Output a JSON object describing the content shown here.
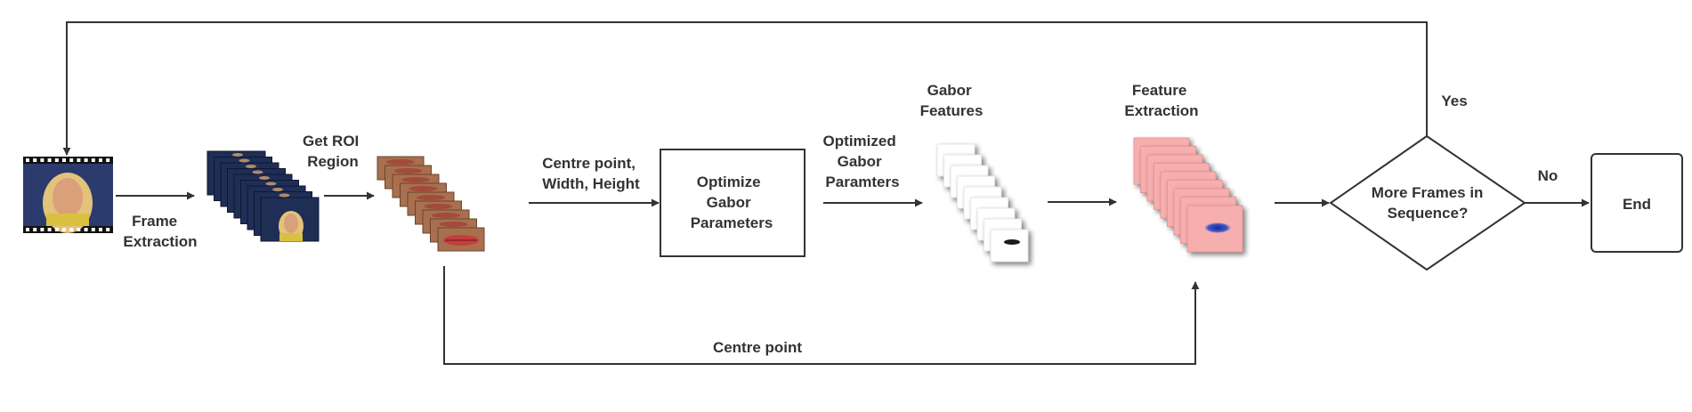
{
  "labels": {
    "frame_extraction": [
      "Frame",
      "Extraction"
    ],
    "get_roi": [
      "Get ROI",
      "Region"
    ],
    "centre_point_wh": [
      "Centre point,",
      "Width, Height"
    ],
    "optimize_box": [
      "Optimize",
      "Gabor",
      "Parameters"
    ],
    "optimized_params": [
      "Optimized",
      "Gabor",
      "Paramters"
    ],
    "gabor_features": [
      "Gabor",
      "Features"
    ],
    "feature_extraction": [
      "Feature",
      "Extraction"
    ],
    "decision": [
      "More Frames in",
      "Sequence?"
    ],
    "yes": "Yes",
    "no": "No",
    "end": "End",
    "centre_point": "Centre point"
  },
  "colors": {
    "line": "#333333",
    "frame_bg": "#1f2e55",
    "lip_bg": "#a8704e",
    "lip_color": "#c2403e",
    "feature_bg": "#f7aeae",
    "feature_blob": "#2a3fa6",
    "skin": "#d9a07a",
    "hair": "#e3c27a"
  }
}
